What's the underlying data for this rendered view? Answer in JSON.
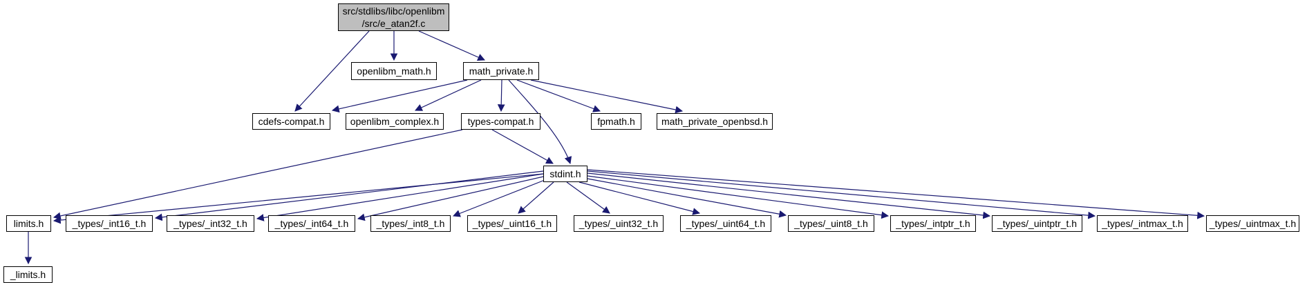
{
  "diagram": {
    "type": "include-dependency-graph",
    "colors": {
      "edge": "#191970",
      "node_border": "#000000",
      "node_fill": "#ffffff",
      "root_fill": "#bebebe",
      "background": "#ffffff"
    },
    "nodes": {
      "main": {
        "label_line1": "src/stdlibs/libc/openlibm",
        "label_line2": "/src/e_atan2f.c"
      },
      "openlibm_math": {
        "label": "openlibm_math.h"
      },
      "math_private": {
        "label": "math_private.h"
      },
      "cdefs_compat": {
        "label": "cdefs-compat.h"
      },
      "openlibm_complex": {
        "label": "openlibm_complex.h"
      },
      "types_compat": {
        "label": "types-compat.h"
      },
      "fpmath": {
        "label": "fpmath.h"
      },
      "math_private_openbsd": {
        "label": "math_private_openbsd.h"
      },
      "stdint": {
        "label": "stdint.h"
      },
      "limits": {
        "label": "limits.h"
      },
      "int16": {
        "label": "_types/_int16_t.h"
      },
      "int32": {
        "label": "_types/_int32_t.h"
      },
      "int64": {
        "label": "_types/_int64_t.h"
      },
      "int8": {
        "label": "_types/_int8_t.h"
      },
      "uint16": {
        "label": "_types/_uint16_t.h"
      },
      "uint32": {
        "label": "_types/_uint32_t.h"
      },
      "uint64": {
        "label": "_types/_uint64_t.h"
      },
      "uint8": {
        "label": "_types/_uint8_t.h"
      },
      "intptr": {
        "label": "_types/_intptr_t.h"
      },
      "uintptr": {
        "label": "_types/_uintptr_t.h"
      },
      "intmax": {
        "label": "_types/_intmax_t.h"
      },
      "uintmax": {
        "label": "_types/_uintmax_t.h"
      },
      "limits_impl": {
        "label": "_limits.h"
      }
    },
    "edges": [
      {
        "from": "main",
        "to": "openlibm_math"
      },
      {
        "from": "main",
        "to": "math_private"
      },
      {
        "from": "main",
        "to": "cdefs_compat"
      },
      {
        "from": "math_private",
        "to": "cdefs_compat"
      },
      {
        "from": "math_private",
        "to": "openlibm_complex"
      },
      {
        "from": "math_private",
        "to": "types_compat"
      },
      {
        "from": "math_private",
        "to": "fpmath"
      },
      {
        "from": "math_private",
        "to": "math_private_openbsd"
      },
      {
        "from": "math_private",
        "to": "stdint"
      },
      {
        "from": "types_compat",
        "to": "limits"
      },
      {
        "from": "types_compat",
        "to": "stdint"
      },
      {
        "from": "stdint",
        "to": "limits"
      },
      {
        "from": "stdint",
        "to": "int16"
      },
      {
        "from": "stdint",
        "to": "int32"
      },
      {
        "from": "stdint",
        "to": "int64"
      },
      {
        "from": "stdint",
        "to": "int8"
      },
      {
        "from": "stdint",
        "to": "uint16"
      },
      {
        "from": "stdint",
        "to": "uint32"
      },
      {
        "from": "stdint",
        "to": "uint64"
      },
      {
        "from": "stdint",
        "to": "uint8"
      },
      {
        "from": "stdint",
        "to": "intptr"
      },
      {
        "from": "stdint",
        "to": "uintptr"
      },
      {
        "from": "stdint",
        "to": "intmax"
      },
      {
        "from": "stdint",
        "to": "uintmax"
      },
      {
        "from": "limits",
        "to": "limits_impl"
      }
    ]
  }
}
